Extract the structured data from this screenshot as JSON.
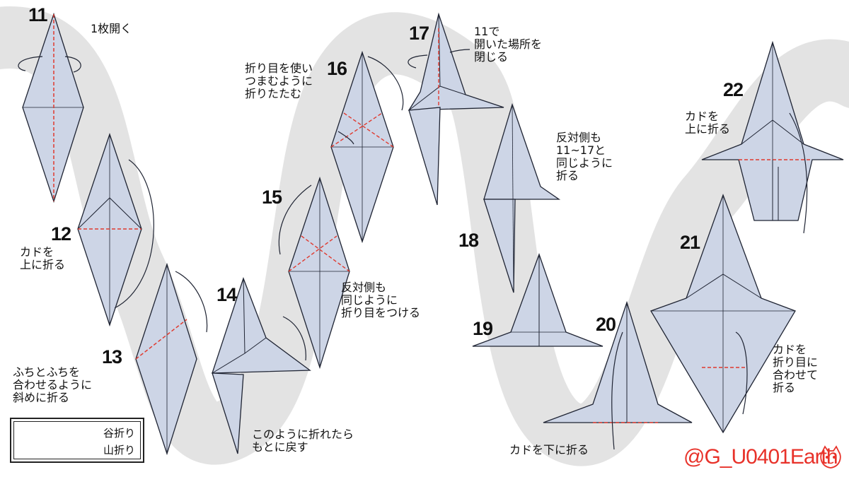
{
  "steps": {
    "s11": "11",
    "s12": "12",
    "s13": "13",
    "s14": "14",
    "s15": "15",
    "s16": "16",
    "s17": "17",
    "s18": "18",
    "s19": "19",
    "s20": "20",
    "s21": "21",
    "s22": "22"
  },
  "notes": {
    "n11": "1枚開く",
    "n12": "カドを\n上に折る",
    "n13": "ふちとふちを\n合わせるように\n斜めに折る",
    "n14": "このように折れたら\nもとに戻す",
    "n15": "反対側も\n同じように\n折り目をつける",
    "n16": "折り目を使い\nつまむように\n折りたたむ",
    "n17": "11で\n開いた場所を\n閉じる",
    "n18": "反対側も\n11~17と\n同じように\n折る",
    "n20": "カドを下に折る",
    "n21": "カドを\n折り目に\n合わせて\n折る",
    "n22": "カドを\n上に折る"
  },
  "legend": {
    "valley": "谷折り",
    "mountain": "山折り"
  },
  "credit": "@G_U0401Earth",
  "colors": {
    "paper": "#cdd5e6",
    "outline": "#1f2433",
    "fold_line": "#e03a2f",
    "background_band": "#e3e3e3",
    "credit": "#e8322a"
  }
}
